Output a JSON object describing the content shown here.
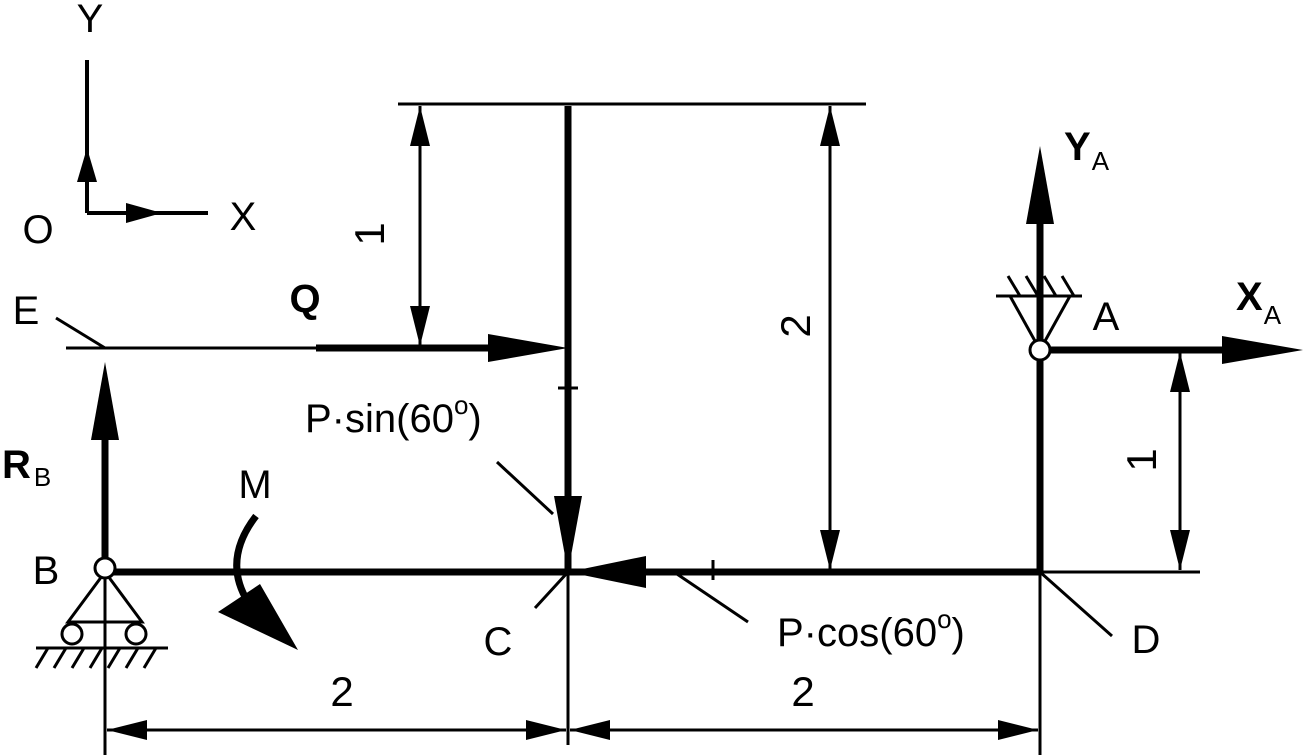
{
  "axes": {
    "y": "Y",
    "x": "X",
    "origin": "O"
  },
  "points": {
    "E": "E",
    "A": "A",
    "B": "B",
    "C": "C",
    "D": "D"
  },
  "forces": {
    "Q": "Q",
    "R": "R",
    "R_sub": "B",
    "Y": "Y",
    "Y_sub": "A",
    "X": "X",
    "X_sub": "A",
    "M": "M",
    "psin_main": "P·sin(60",
    "psin_deg": "o",
    "psin_close": ")",
    "pcos_main": "P·cos(60",
    "pcos_deg": "o",
    "pcos_close": ")"
  },
  "dimensions": {
    "top_left": "1",
    "top_right": "2",
    "right": "1",
    "bottom_left": "2",
    "bottom_right": "2"
  }
}
